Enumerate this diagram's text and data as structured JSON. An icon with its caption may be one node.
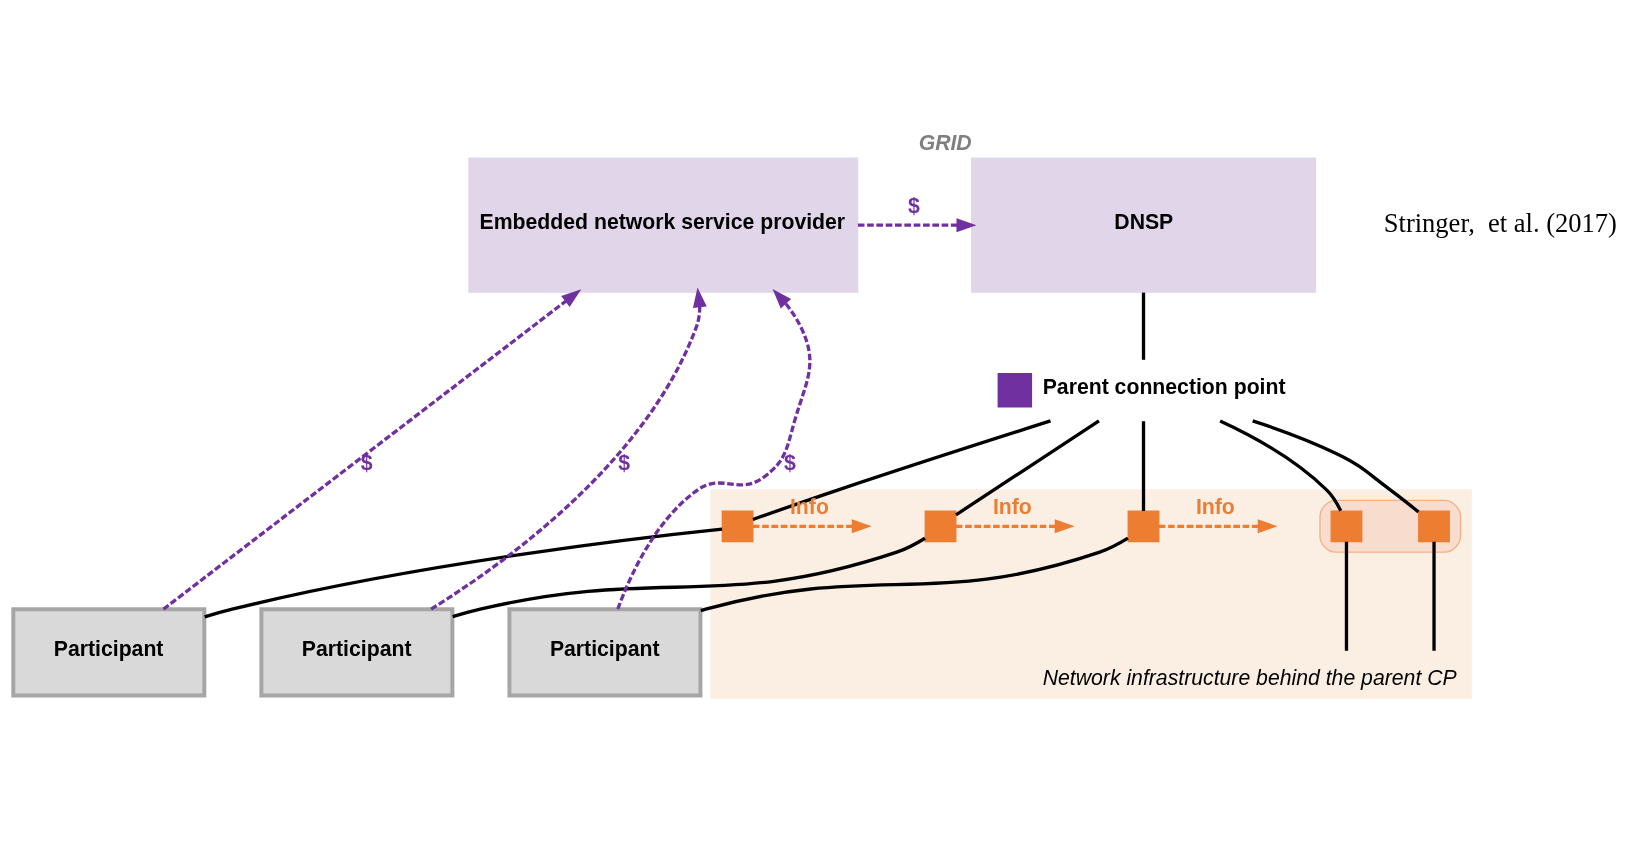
{
  "diagram": {
    "nodes": [
      {
        "text": [
          "Embedded network service provider"
        ]
      },
      {
        "text": [
          "DNSP"
        ],
        "beside": [
          "GRID"
        ]
      },
      {
        "text": [
          "Parent connection point"
        ]
      },
      {
        "text": [
          "Network infrastructure behind the parent CP"
        ]
      },
      {
        "text": [],
        "shape": "box",
        "in": 3
      },
      {
        "text": [],
        "shape": "box",
        "in": 3
      },
      {
        "text": [],
        "shape": "box",
        "in": 3
      },
      {
        "text": [],
        "shape": "box",
        "in": 3
      },
      {
        "text": [],
        "shape": "box",
        "in": 7
      },
      {
        "text": [],
        "shape": "box",
        "in": 7
      },
      {
        "text": [
          "Participant"
        ]
      },
      {
        "text": [
          "Participant"
        ]
      },
      {
        "text": [
          "Participant"
        ]
      }
    ],
    "edges": [
      {
        "from": 0,
        "to": 1,
        "arrow": "to",
        "label": "$",
        "style": "dashed",
        "color": "#7030a0"
      },
      {
        "from": 1,
        "to": 2,
        "arrow": "none"
      },
      {
        "from": 2,
        "to": 4,
        "arrow": "none"
      },
      {
        "from": 2,
        "to": 5,
        "arrow": "none"
      },
      {
        "from": 2,
        "to": 6,
        "arrow": "none"
      },
      {
        "from": 2,
        "to": 8,
        "arrow": "none"
      },
      {
        "from": 2,
        "to": 9,
        "arrow": "none"
      },
      {
        "from": 4,
        "to": 10,
        "arrow": "none"
      },
      {
        "from": 5,
        "to": 11,
        "arrow": "none"
      },
      {
        "from": 6,
        "to": 12,
        "arrow": "none"
      },
      {
        "from": 8,
        "to": null,
        "arrow": "none"
      },
      {
        "from": 9,
        "to": null,
        "arrow": "none"
      },
      {
        "from": 4,
        "to": null,
        "arrow": "to",
        "label": "Info",
        "style": "dashed",
        "color": "#ed7d31"
      },
      {
        "from": 5,
        "to": null,
        "arrow": "to",
        "label": "Info",
        "style": "dashed",
        "color": "#ed7d31"
      },
      {
        "from": 6,
        "to": null,
        "arrow": "to",
        "label": "Info",
        "style": "dashed",
        "color": "#ed7d31"
      },
      {
        "from": 10,
        "to": 0,
        "arrow": "to",
        "label": "$",
        "style": "dashed",
        "color": "#7030a0"
      },
      {
        "from": 11,
        "to": 0,
        "arrow": "to",
        "label": "$",
        "style": "dashed",
        "color": "#7030a0"
      },
      {
        "from": 12,
        "to": 0,
        "arrow": "to",
        "label": "$",
        "style": "dashed",
        "color": "#7030a0"
      }
    ],
    "labels": [
      "Stringer,  et al. (2017)"
    ]
  }
}
